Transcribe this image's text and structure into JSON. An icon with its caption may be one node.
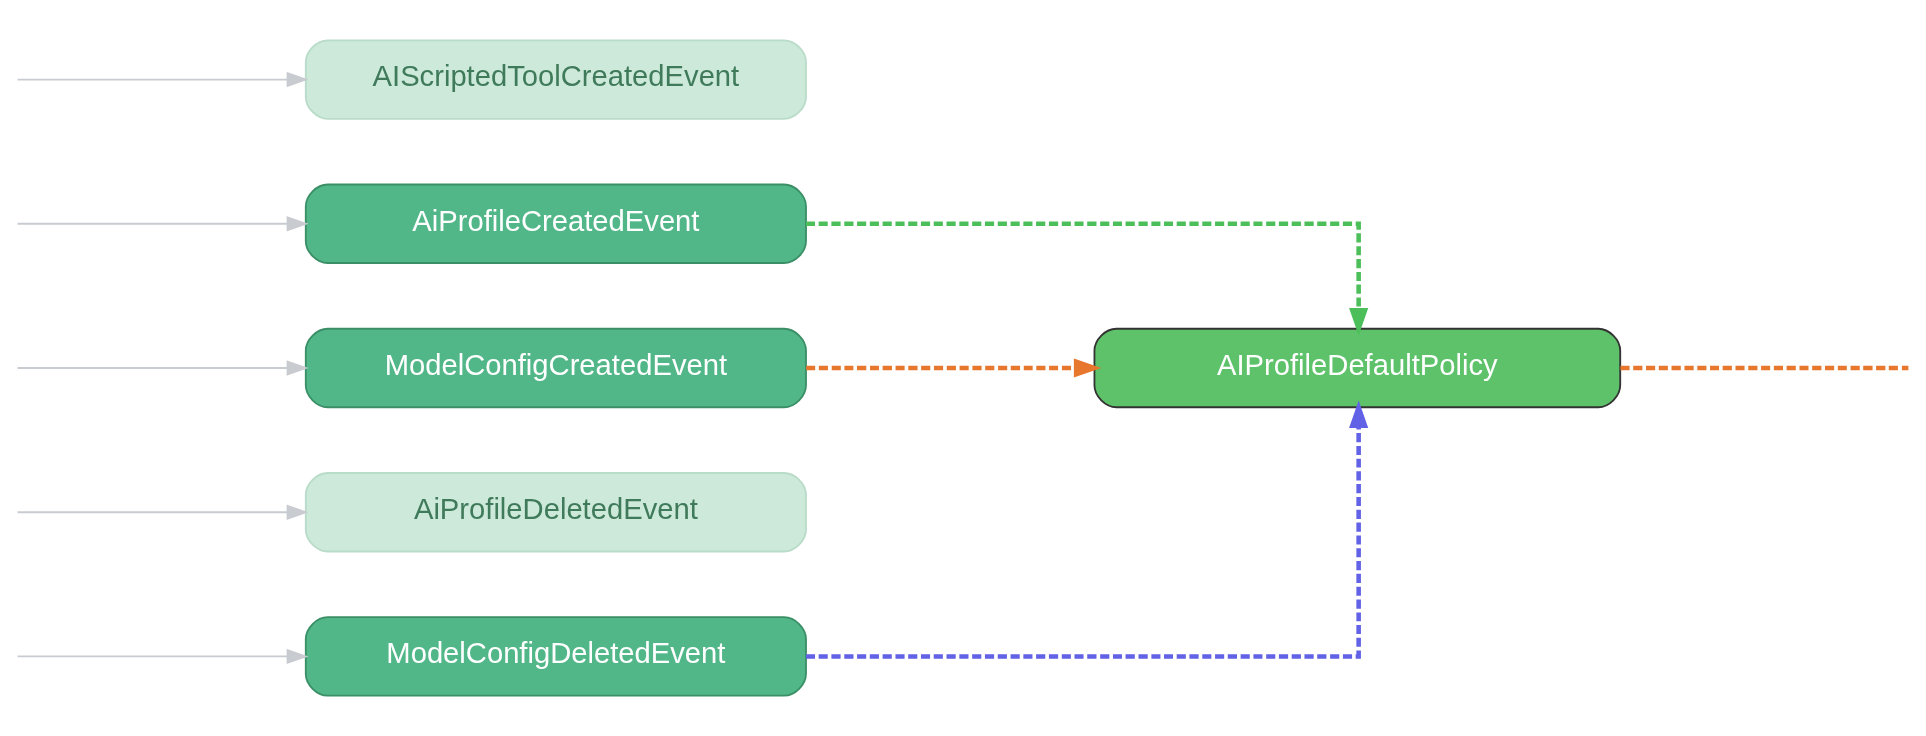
{
  "diagram": {
    "nodes": [
      {
        "text": [
          "AIScriptedToolCreatedEvent"
        ]
      },
      {
        "text": [
          "AiProfileCreatedEvent"
        ]
      },
      {
        "text": [
          "ModelConfigCreatedEvent"
        ]
      },
      {
        "text": [
          "AiProfileDeletedEvent"
        ]
      },
      {
        "text": [
          "ModelConfigDeletedEvent"
        ]
      },
      {
        "text": [
          "AIProfileDefaultPolicy"
        ]
      }
    ],
    "edges": [
      {
        "from": null,
        "to": 0,
        "arrow": "to"
      },
      {
        "from": null,
        "to": 1,
        "arrow": "to"
      },
      {
        "from": null,
        "to": 2,
        "arrow": "to"
      },
      {
        "from": null,
        "to": 3,
        "arrow": "to"
      },
      {
        "from": null,
        "to": 4,
        "arrow": "to"
      },
      {
        "from": 1,
        "to": 5,
        "arrow": "to",
        "style": "dashed",
        "color": "#4cbf5a"
      },
      {
        "from": 2,
        "to": 5,
        "arrow": "to",
        "style": "dashed",
        "color": "#e8772e"
      },
      {
        "from": 4,
        "to": 5,
        "arrow": "to",
        "style": "dashed",
        "color": "#6262e6"
      },
      {
        "from": 5,
        "to": null,
        "arrow": "none",
        "style": "dashed",
        "color": "#e8772e"
      }
    ]
  }
}
